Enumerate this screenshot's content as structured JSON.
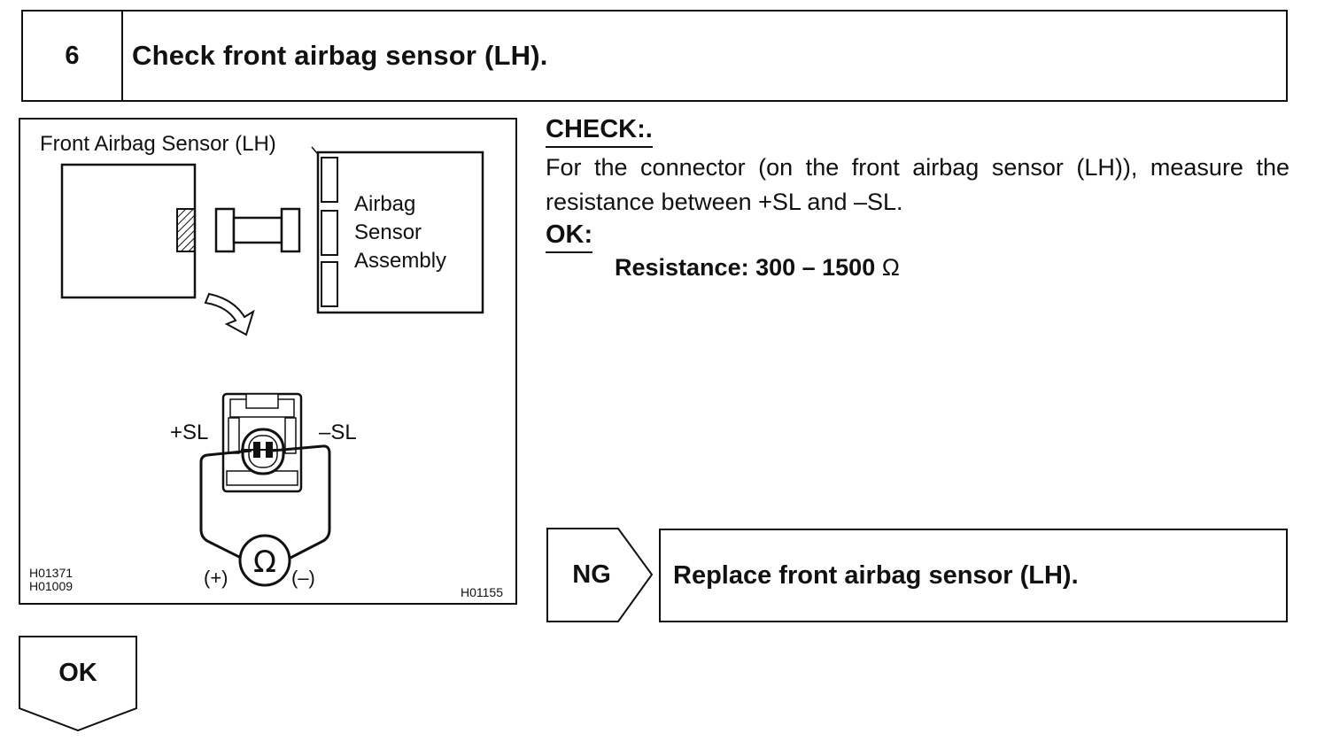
{
  "step": {
    "number": "6",
    "title": "Check front airbag sensor (LH)."
  },
  "figure": {
    "caption": "Front Airbag Sensor (LH)",
    "assembly_label_line1": "Airbag",
    "assembly_label_line2": "Sensor",
    "assembly_label_line3": "Assembly",
    "terminal_positive": "+SL",
    "terminal_negative": "–SL",
    "ohmmeter_symbol": "Ω",
    "probe_positive": "(+)",
    "probe_negative": "(–)",
    "ref_code_1": "H01371",
    "ref_code_2": "H01009",
    "ref_code_3": "H01155"
  },
  "check": {
    "heading": "CHECK:.",
    "instruction": "For the connector (on the front airbag sensor (LH)), measure the resistance between +SL and –SL."
  },
  "ok": {
    "heading": "OK:",
    "spec_label": "Resistance: 300 – 1500",
    "spec_unit": "Ω"
  },
  "ng": {
    "label": "NG",
    "action": "Replace front airbag sensor (LH)."
  },
  "next": {
    "label": "OK"
  },
  "icons": [
    "curved-arrow-icon",
    "ohmmeter-icon"
  ]
}
